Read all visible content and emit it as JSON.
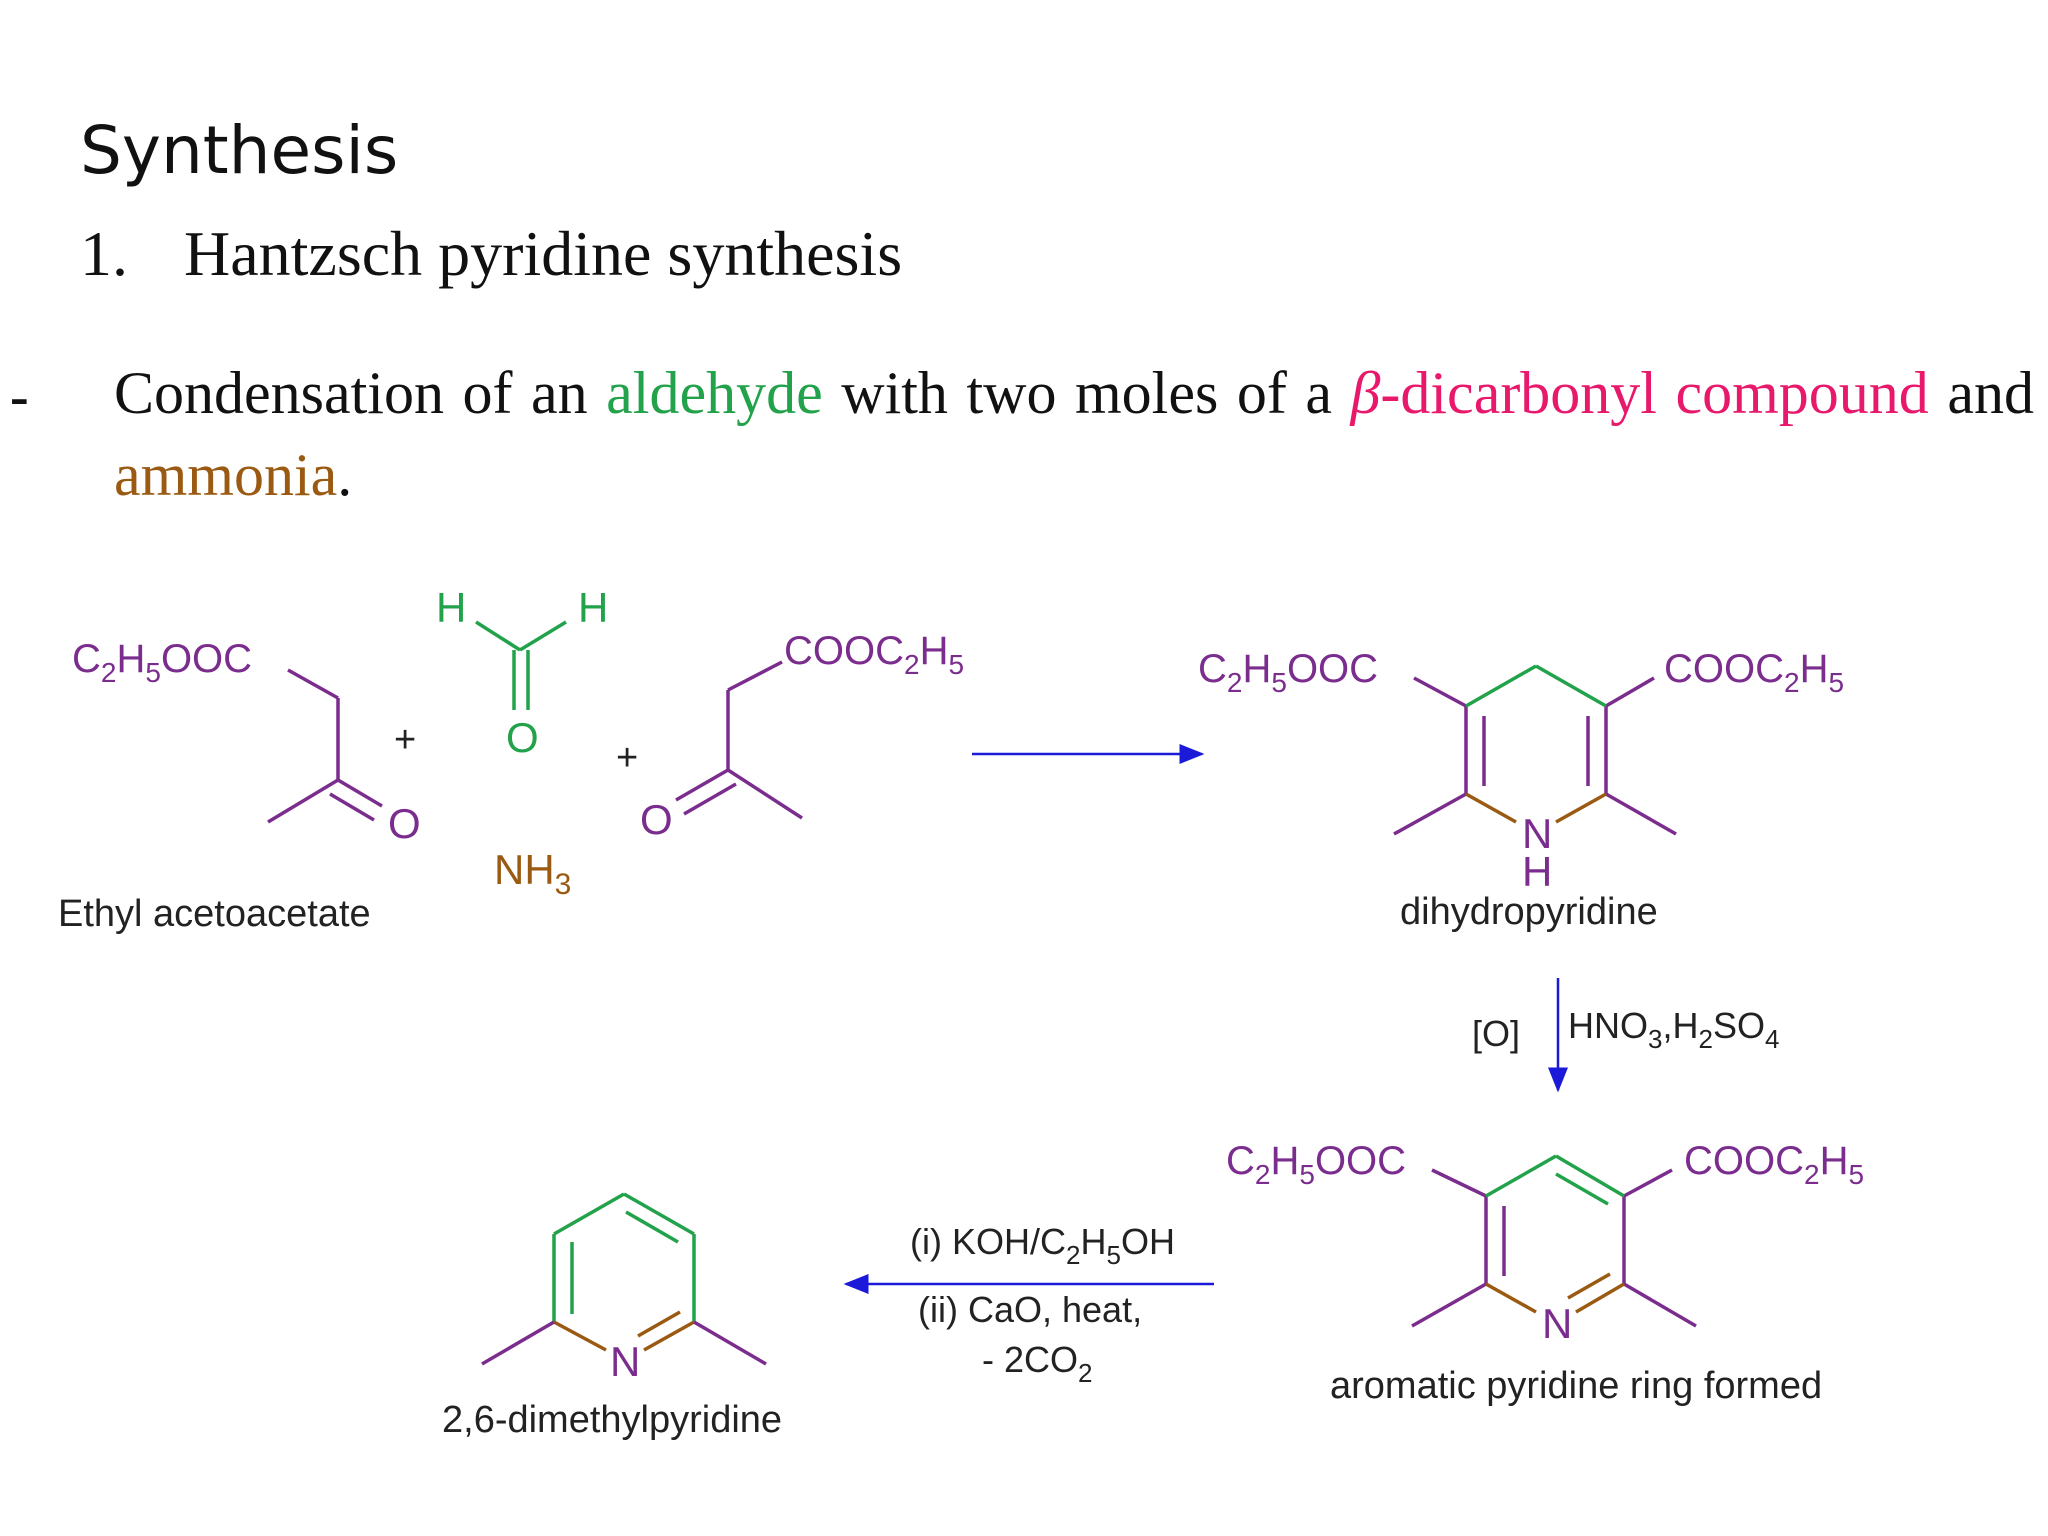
{
  "slide": {
    "title": "Synthesis",
    "subtitle_number": "1.",
    "subtitle_text": "Hantzsch pyridine synthesis",
    "bullet": "-",
    "description": {
      "part1": "Condensation of an ",
      "aldehyde": "aldehyde",
      "part2": " with two moles of a ",
      "beta": "β",
      "dicarbonyl": "-dicarbonyl compound",
      "part3": " and ",
      "ammonia": "ammonia",
      "end": "."
    }
  },
  "colors": {
    "text": "#111111",
    "aldehyde": "#22a24a",
    "dicarbonyl": "#e8186b",
    "ammonia": "#9a5a12",
    "bond_purple": "#7b2d8e",
    "bond_green": "#22a24a",
    "bond_brown": "#9a5a12",
    "arrow_blue": "#1a1ad8"
  },
  "diagram": {
    "reactant1": {
      "ester_prefix": "C",
      "ester_sub1": "2",
      "ester_mid": "H",
      "ester_sub2": "5",
      "ester_suffix": "OOC",
      "oxygen": "O",
      "label": "Ethyl acetoacetate"
    },
    "plus": "+",
    "aldehyde": {
      "h": "H",
      "oxygen": "O"
    },
    "ammonia": {
      "n": "NH",
      "sub": "3"
    },
    "reactant2": {
      "ester_prefix": "COOC",
      "ester_sub1": "2",
      "ester_mid": "H",
      "ester_sub2": "5",
      "oxygen": "O"
    },
    "dihydropyridine": {
      "left_prefix": "C",
      "left_sub1": "2",
      "left_mid": "H",
      "left_sub2": "5",
      "left_suffix": "OOC",
      "right_prefix": "COOC",
      "right_sub1": "2",
      "right_mid": "H",
      "right_sub2": "5",
      "n": "N",
      "h": "H",
      "label": "dihydropyridine"
    },
    "oxidation": {
      "reagent": "[O]",
      "cond_a": "HNO",
      "cond_sub1": "3",
      "cond_b": ",H",
      "cond_sub2": "2",
      "cond_c": "SO",
      "cond_sub3": "4"
    },
    "aromatic": {
      "left_prefix": "C",
      "left_sub1": "2",
      "left_mid": "H",
      "left_sub2": "5",
      "left_suffix": "OOC",
      "right_prefix": "COOC",
      "right_sub1": "2",
      "right_mid": "H",
      "right_sub2": "5",
      "n": "N",
      "label": "aromatic pyridine ring formed"
    },
    "decarboxylation": {
      "step1_a": "(i) KOH/C",
      "step1_sub1": "2",
      "step1_b": "H",
      "step1_sub2": "5",
      "step1_c": "OH",
      "step2": "(ii) CaO, heat,",
      "step3_a": "- 2CO",
      "step3_sub": "2"
    },
    "product": {
      "n": "N",
      "label": "2,6-dimethylpyridine"
    }
  }
}
